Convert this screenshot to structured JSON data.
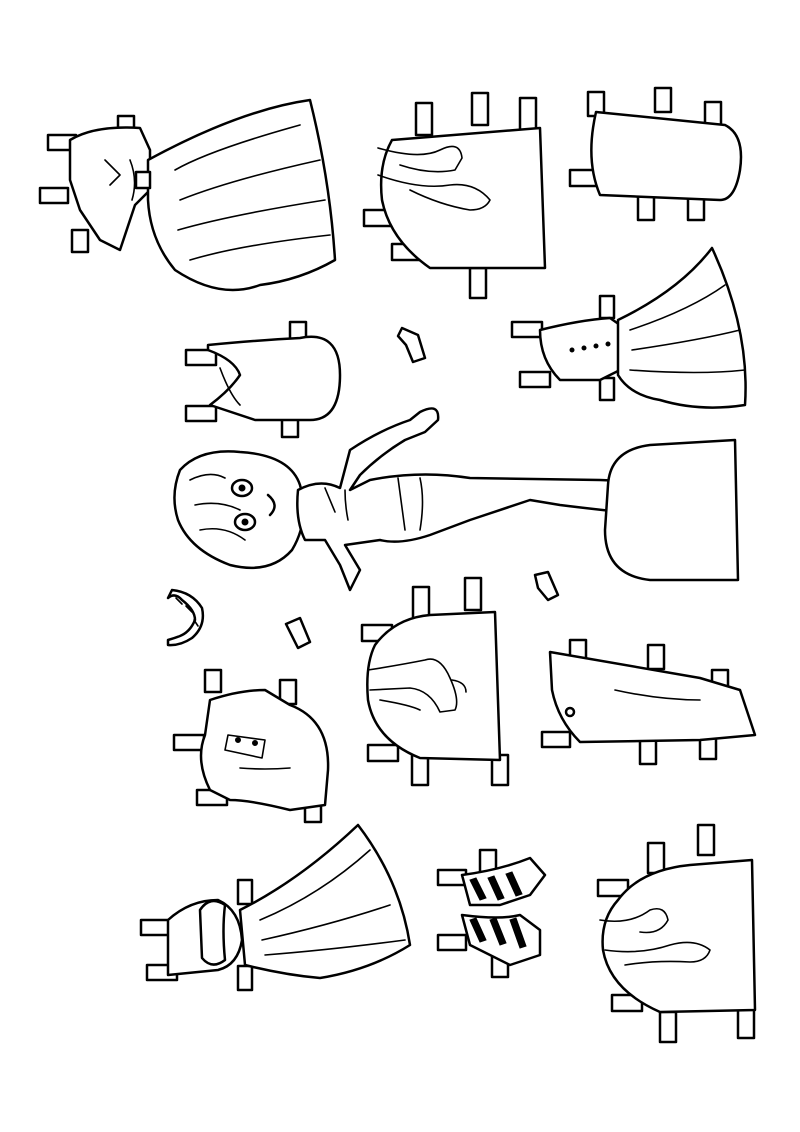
{
  "sheet": {
    "colors": {
      "line": "#000000",
      "background": "#ffffff"
    }
  },
  "pieces": [
    {
      "name": "doll",
      "kind": "figure"
    },
    {
      "name": "long-gown",
      "kind": "dress"
    },
    {
      "name": "full-skirt-dress",
      "kind": "dress"
    },
    {
      "name": "party-dress",
      "kind": "dress"
    },
    {
      "name": "tank-top",
      "kind": "top"
    },
    {
      "name": "jacket",
      "kind": "top"
    },
    {
      "name": "shorts",
      "kind": "bottom"
    },
    {
      "name": "pants",
      "kind": "bottom"
    },
    {
      "name": "heels-pair-1",
      "kind": "shoes"
    },
    {
      "name": "sandals",
      "kind": "shoes"
    },
    {
      "name": "heels-pair-2",
      "kind": "shoes"
    },
    {
      "name": "bare-feet-stand",
      "kind": "stand"
    },
    {
      "name": "striped-boots",
      "kind": "shoes"
    },
    {
      "name": "necklace",
      "kind": "accessory"
    },
    {
      "name": "bracelets",
      "kind": "accessory"
    }
  ]
}
